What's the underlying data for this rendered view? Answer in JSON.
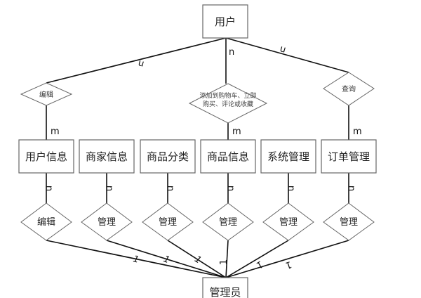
{
  "entities": {
    "user": "用户",
    "admin": "管理员",
    "middle": [
      "用户信息",
      "商家信息",
      "商品分类",
      "商品信息",
      "系统管理",
      "订单管理"
    ]
  },
  "user_relations": [
    {
      "label": "编辑",
      "card_user": "n",
      "card_entity": "m"
    },
    {
      "label_line1": "添加到购物车、立即",
      "label_line2": "购买、评论或收藏",
      "card_user": "n",
      "card_entity": "m"
    },
    {
      "label": "查询",
      "card_user": "n",
      "card_entity": "m"
    }
  ],
  "admin_relations": [
    {
      "label": "编辑",
      "card_entity": "n",
      "card_admin": "1"
    },
    {
      "label": "管理",
      "card_entity": "n",
      "card_admin": "1"
    },
    {
      "label": "管理",
      "card_entity": "n",
      "card_admin": "1"
    },
    {
      "label": "管理",
      "card_entity": "n",
      "card_admin": "1"
    },
    {
      "label": "管理",
      "card_entity": "n",
      "card_admin": "1"
    },
    {
      "label": "管理",
      "card_entity": "n",
      "card_admin": "1"
    }
  ]
}
